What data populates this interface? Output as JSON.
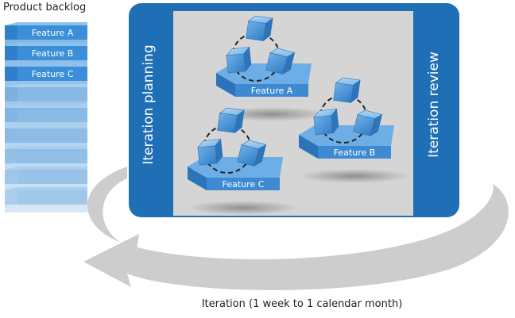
{
  "backlog": {
    "title": "Product backlog",
    "items": [
      "Feature A",
      "Feature B",
      "Feature C"
    ],
    "empty_rows": 6
  },
  "panel": {
    "left_label": "Iteration planning",
    "right_label": "Iteration review"
  },
  "features": [
    {
      "label": "Feature A"
    },
    {
      "label": "Feature B"
    },
    {
      "label": "Feature C"
    }
  ],
  "caption": "Iteration (1 week to 1 calendar month)",
  "colors": {
    "panel_blue": "#1e6fb5",
    "panel_inner": "#d5d5d5",
    "cube_blue": "#4a95d8",
    "backlog_blue": "#3a86cf",
    "arrow_gray": "#c8c8c8"
  }
}
